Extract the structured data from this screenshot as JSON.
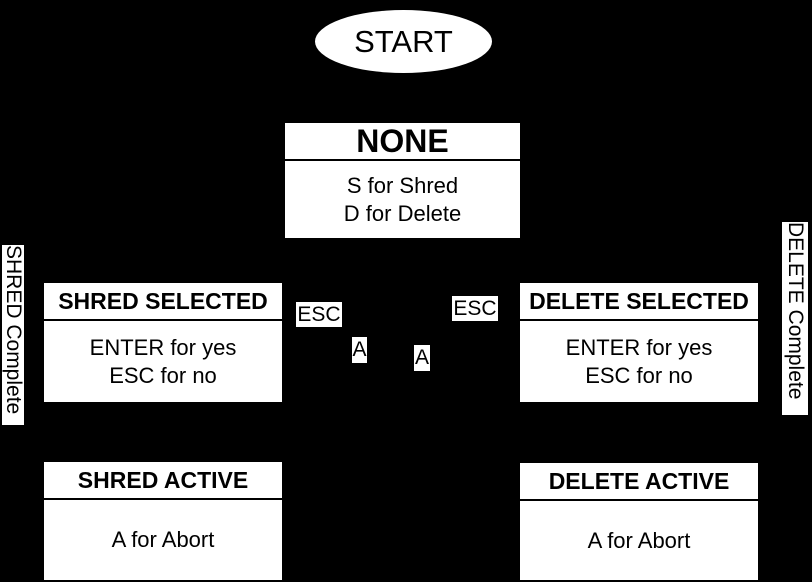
{
  "diagram": {
    "colors": {
      "background": "#000000",
      "node_fill": "#ffffff",
      "text": "#000000"
    },
    "start_node": {
      "label": "START"
    },
    "states": [
      {
        "name": "none",
        "title": "NONE",
        "body": [
          "S for Shred",
          "D for Delete"
        ]
      },
      {
        "name": "shred-selected",
        "title": "SHRED SELECTED",
        "body": [
          "ENTER for yes",
          "ESC for no"
        ]
      },
      {
        "name": "delete-selected",
        "title": "DELETE SELECTED",
        "body": [
          "ENTER for yes",
          "ESC for no"
        ]
      },
      {
        "name": "shred-active",
        "title": "SHRED ACTIVE",
        "body": [
          "A for Abort"
        ]
      },
      {
        "name": "delete-active",
        "title": "DELETE ACTIVE",
        "body": [
          "A for Abort"
        ]
      }
    ],
    "edge_labels": {
      "esc_left": "ESC",
      "esc_right": "ESC",
      "abort_left": "A",
      "abort_right": "A",
      "shred_complete": "SHRED Complete",
      "delete_complete": "DELETE Complete"
    }
  }
}
